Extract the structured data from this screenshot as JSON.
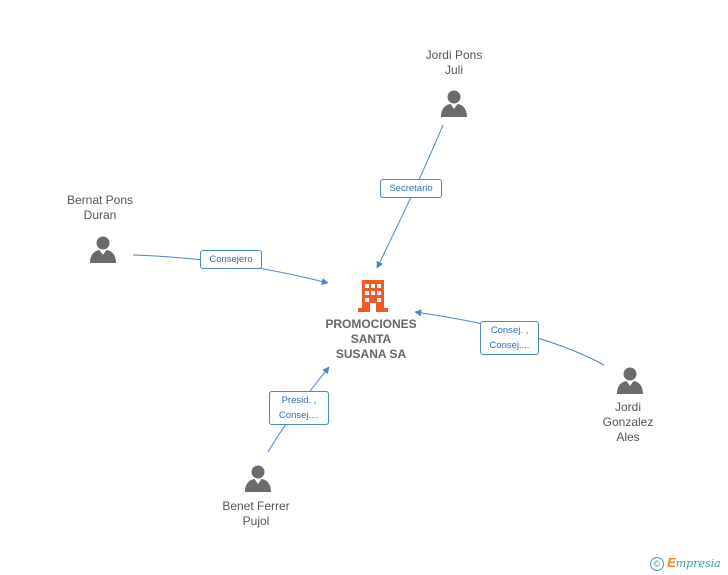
{
  "company": {
    "name_lines": [
      "PROMOCIONES",
      "SANTA",
      "SUSANA SA"
    ],
    "icon": "building-icon",
    "color": "#f05a28"
  },
  "people": [
    {
      "id": "jordi-pons",
      "lines": [
        "Jordi Pons",
        "Juli"
      ],
      "icon": "person-icon"
    },
    {
      "id": "bernat-pons",
      "lines": [
        "Bernat Pons",
        "Duran"
      ],
      "icon": "person-icon"
    },
    {
      "id": "jordi-gonzalez",
      "lines": [
        "Jordi",
        "Gonzalez",
        "Ales"
      ],
      "icon": "person-icon"
    },
    {
      "id": "benet-ferrer",
      "lines": [
        "Benet Ferrer",
        "Pujol"
      ],
      "icon": "person-icon"
    }
  ],
  "relations": [
    {
      "from": "jordi-pons",
      "lines": [
        "Secretario"
      ]
    },
    {
      "from": "bernat-pons",
      "lines": [
        "Consejero"
      ]
    },
    {
      "from": "jordi-gonzalez",
      "lines": [
        "Consej. ,",
        "Consej...."
      ]
    },
    {
      "from": "benet-ferrer",
      "lines": [
        "Presid. ,",
        "Consej...."
      ]
    }
  ],
  "footer": {
    "copyright_symbol": "©",
    "brand_initial": "E",
    "brand_rest": "mpresia"
  },
  "colors": {
    "edge": "#4a86c8",
    "person": "#6b6b6b",
    "text": "#555555"
  }
}
